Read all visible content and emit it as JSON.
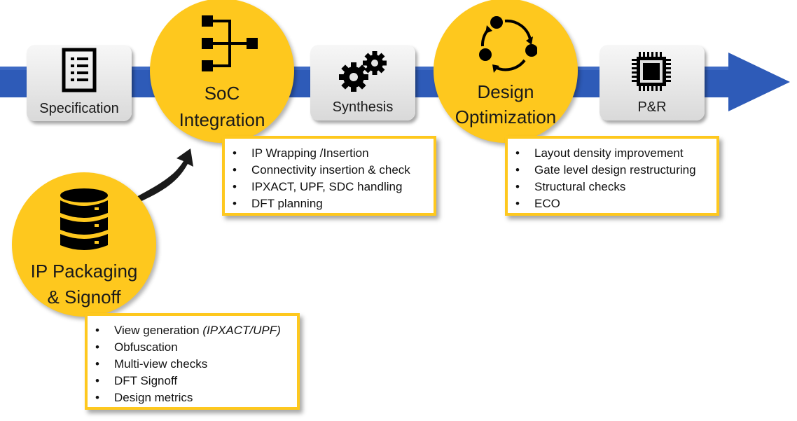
{
  "colors": {
    "accent": "#fec81e",
    "flow_arrow": "#2e5bb8"
  },
  "steps": {
    "specification": {
      "label": "Specification",
      "icon": "checklist-icon"
    },
    "synthesis": {
      "label": "Synthesis",
      "icon": "gears-icon"
    },
    "pnr": {
      "label": "P&R",
      "icon": "chip-icon"
    }
  },
  "stages": {
    "soc_integration": {
      "title_line1": "SoC",
      "title_line2": "Integration",
      "icon": "hierarchy-icon",
      "bullets": [
        "IP Wrapping /Insertion",
        "Connectivity insertion & check",
        "IPXACT, UPF, SDC handling",
        "DFT planning"
      ]
    },
    "design_optimization": {
      "title_line1": "Design",
      "title_line2": "Optimization",
      "icon": "cycle-icon",
      "bullets": [
        "Layout density improvement",
        "Gate level design restructuring",
        "Structural checks",
        "ECO"
      ]
    },
    "ip_packaging": {
      "title_line1": "IP Packaging",
      "title_line2": "& Signoff",
      "icon": "database-icon",
      "bullet1_text": "View generation ",
      "bullet1_italic": "(IPXACT/UPF)",
      "bullets": [
        "Obfuscation",
        "Multi-view checks",
        "DFT Signoff",
        "Design metrics"
      ]
    }
  }
}
